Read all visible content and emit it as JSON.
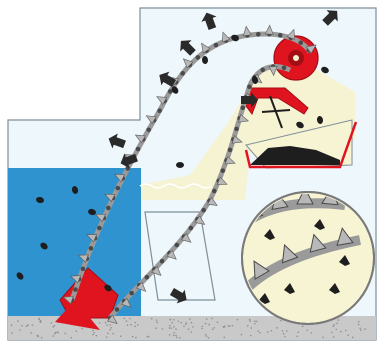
{
  "diagram": {
    "colors": {
      "background": "#ffffff",
      "housing": "#eef7fc",
      "housing_outline": "#7f8e98",
      "hopper": "#f6f3d3",
      "water": "#2e93cf",
      "water_deep": "#1b7fbf",
      "ground": "#c9c9c9",
      "ground_speck": "#8f8f8f",
      "chain": "#9a9a9a",
      "chain_dark": "#4a4a4a",
      "scraper": "#b8b8b8",
      "red_part": "#e0141e",
      "red_dark": "#a30d14",
      "debris": "#1e1e1e",
      "arrow": "#2a2a2a",
      "inset_bg": "#f7f4d4",
      "inset_border": "#7a7a7a"
    },
    "parts": [
      {
        "id": "water-tank",
        "icon": "water-wave-icon"
      },
      {
        "id": "screen-chain",
        "icon": "chain-icon"
      },
      {
        "id": "bottom-sprocket",
        "icon": "gear-icon"
      },
      {
        "id": "top-drive-sprocket",
        "icon": "gear-icon"
      },
      {
        "id": "discharge-chute",
        "icon": "chute-icon"
      },
      {
        "id": "collection-hopper",
        "icon": "hopper-icon"
      },
      {
        "id": "detail-inset",
        "icon": "magnifier-icon"
      }
    ]
  }
}
